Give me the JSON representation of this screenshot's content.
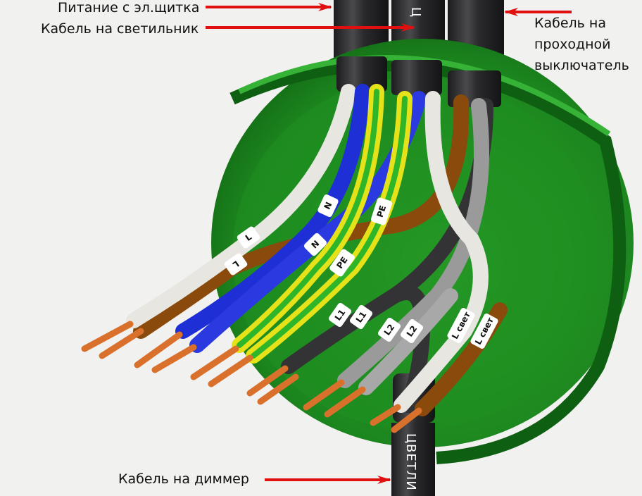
{
  "callouts": {
    "power_from_panel": "Питание с эл.щитка",
    "cable_to_luminaire": "Кабель на светильник",
    "cable_to_passthrough_switch": [
      "Кабель на",
      "проходной",
      "выключатель"
    ],
    "cable_to_dimmer": "Кабель на диммер"
  },
  "wire_tags": {
    "white_L_upper": "L",
    "white_L_lower": "L",
    "blue_N_upper": "N",
    "blue_N_lower": "N",
    "pe_upper": "PE",
    "pe_lower": "PE",
    "black_L1_a": "L1",
    "black_L1_b": "L1",
    "grey_L2_a": "L2",
    "grey_L2_b": "L2",
    "white_L_light": "L свет",
    "brown_L_light": "L свет"
  },
  "cable_prints": {
    "top_cable": "Ц",
    "dimmer_cable": "ЦВЕТЛИ"
  },
  "colors": {
    "box_green": "#1f8a1f",
    "box_dark_green": "#0f5f12",
    "cable_black": "#2a2a2c",
    "arrow_red": "#e01010",
    "wire_white": "#e8e6e0",
    "wire_brown": "#8a4a0c",
    "wire_blue": "#1f2fd6",
    "wire_yellow": "#e6e21a",
    "wire_green": "#2fb52a",
    "wire_black": "#333335",
    "wire_grey": "#9a9a9a",
    "copper": "#d9712c"
  }
}
